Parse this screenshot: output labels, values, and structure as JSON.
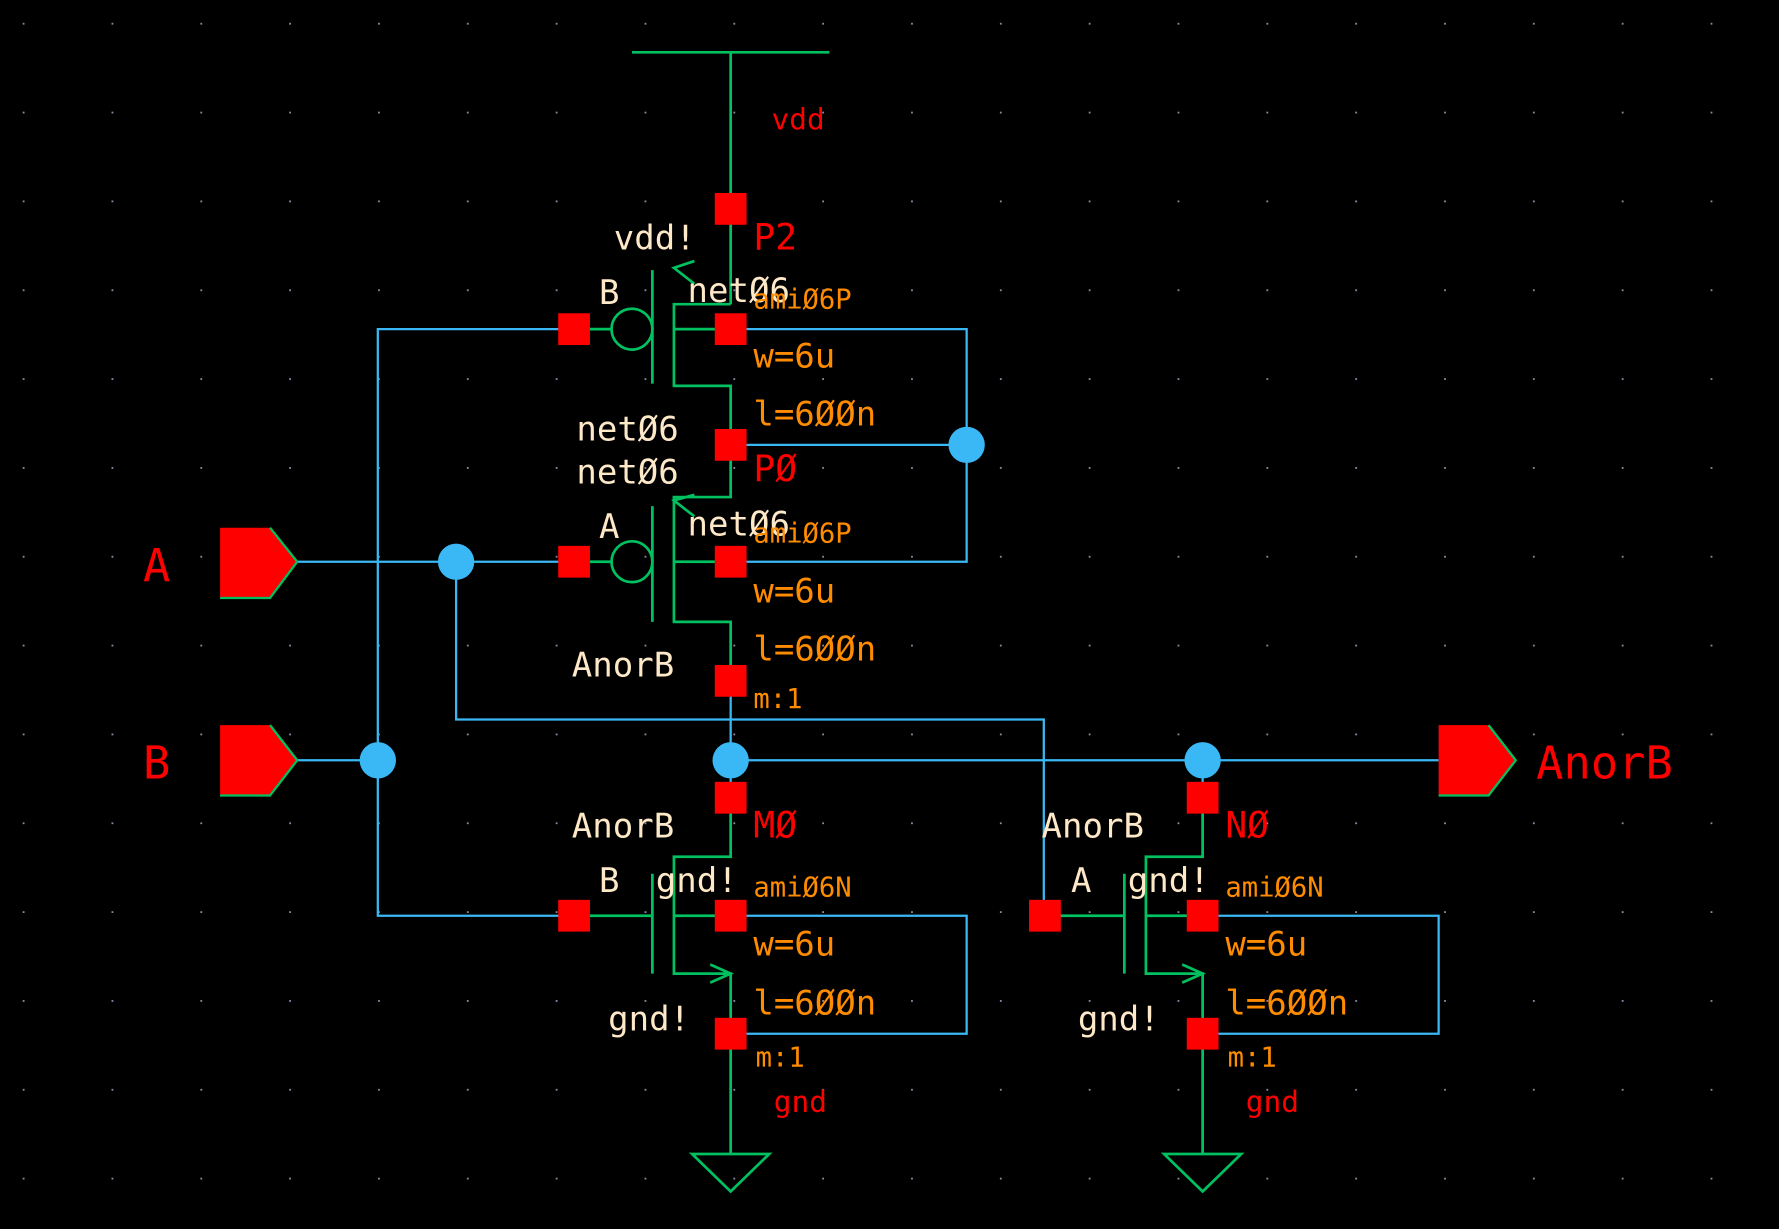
{
  "schematic": {
    "title": "AnorB NOR2 schematic",
    "supply": {
      "vdd_label": "vdd",
      "gnd_label": "gnd"
    },
    "pins": {
      "inputs": [
        {
          "name": "A"
        },
        {
          "name": "B"
        }
      ],
      "outputs": [
        {
          "name": "AnorB"
        }
      ]
    },
    "transistors": [
      {
        "instance": "P2",
        "model": "ami06P",
        "gate": "B",
        "source_net": "vdd!",
        "drain_net": "net06",
        "bulk_net": "net06",
        "w": "w=6u",
        "l": "l=600n"
      },
      {
        "instance": "P0",
        "model": "ami06P",
        "gate": "A",
        "source_net": "net06",
        "source_net2": "net06",
        "bulk_net": "net06",
        "drain_net": "AnorB",
        "w": "w=6u",
        "l": "l=600n",
        "m": "m:1"
      },
      {
        "instance": "M0",
        "model": "ami06N",
        "gate": "B",
        "drain_net": "AnorB",
        "bulk_net": "gnd!",
        "source_net": "gnd!",
        "w": "w=6u",
        "l": "l=600n",
        "m": "m:1"
      },
      {
        "instance": "N0",
        "model": "ami06N",
        "gate": "A",
        "drain_net": "AnorB",
        "bulk_net": "gnd!",
        "source_net": "gnd!",
        "w": "w=6u",
        "l": "l=600n",
        "m": "m:1"
      }
    ],
    "colors": {
      "background": "#000000",
      "wire": "#3ab8f5",
      "device": "#00c060",
      "pin": "#ff0000",
      "net_label": "#fde8c8",
      "param_label": "#ff8c00",
      "instance_label": "#ff0000"
    }
  }
}
